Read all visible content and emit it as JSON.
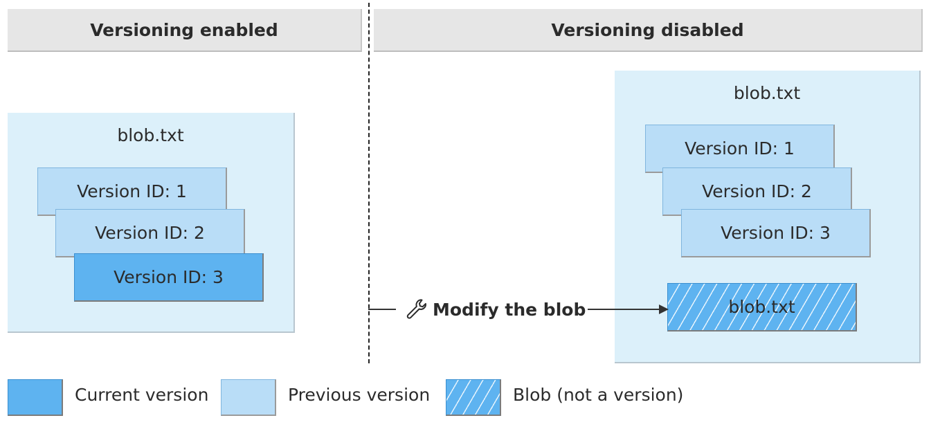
{
  "headers": {
    "left": "Versioning enabled",
    "right": "Versioning disabled"
  },
  "left_container": {
    "title": "blob.txt",
    "versions": [
      "Version ID: 1",
      "Version ID: 2",
      "Version ID: 3"
    ]
  },
  "right_container": {
    "title": "blob.txt",
    "versions": [
      "Version ID: 1",
      "Version ID: 2",
      "Version ID: 3"
    ],
    "blob": "blob.txt"
  },
  "action": {
    "label": "Modify the blob",
    "icon": "wrench-icon"
  },
  "legend": {
    "current": "Current version",
    "previous": "Previous version",
    "blob": "Blob (not a version)"
  },
  "colors": {
    "current": "#5eb3f0",
    "previous": "#b9ddf7",
    "container": "#dcf0fa",
    "header": "#e6e6e6"
  }
}
